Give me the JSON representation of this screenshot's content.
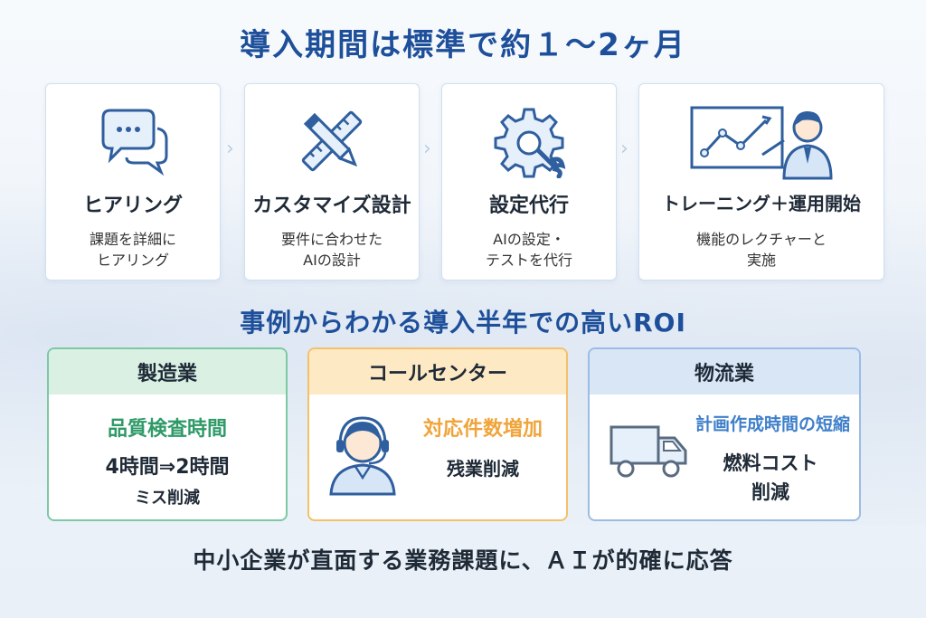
{
  "title": "導入期間は標準で約１～2ヶ月",
  "steps": [
    {
      "name": "ヒアリング",
      "desc": "課題を詳細に\nヒアリング",
      "icon": "chat-bubbles-icon"
    },
    {
      "name": "カスタマイズ設計",
      "desc": "要件に合わせた\nAIの設計",
      "icon": "ruler-pencil-icon"
    },
    {
      "name": "設定代行",
      "desc": "AIの設定・\nテストを代行",
      "icon": "gear-wrench-icon"
    },
    {
      "name": "トレーニング＋運用開始",
      "desc": "機能のレクチャーと\n実施",
      "icon": "presentation-board-icon"
    }
  ],
  "subtitle": "事例からわかる導入半年での高いROI",
  "cases": [
    {
      "industry": "製造業",
      "highlight": "品質検査時間",
      "detail_main": "4時間⇒2時間",
      "detail_sub": "ミス削減"
    },
    {
      "industry": "コールセンター",
      "highlight": "対応件数増加",
      "detail_main": "残業削減",
      "icon": "operator-headset-icon"
    },
    {
      "industry": "物流業",
      "highlight": "計画作成時間の短縮",
      "detail_main": "燃料コスト\n削減",
      "icon": "truck-icon"
    }
  ],
  "footer": "中小企業が直面する業務課題に、ＡＩが的確に応答",
  "colors": {
    "title_blue": "#1d4f9a",
    "green": "#2f9a68",
    "orange": "#f0a43a",
    "blue": "#3f7fca"
  }
}
